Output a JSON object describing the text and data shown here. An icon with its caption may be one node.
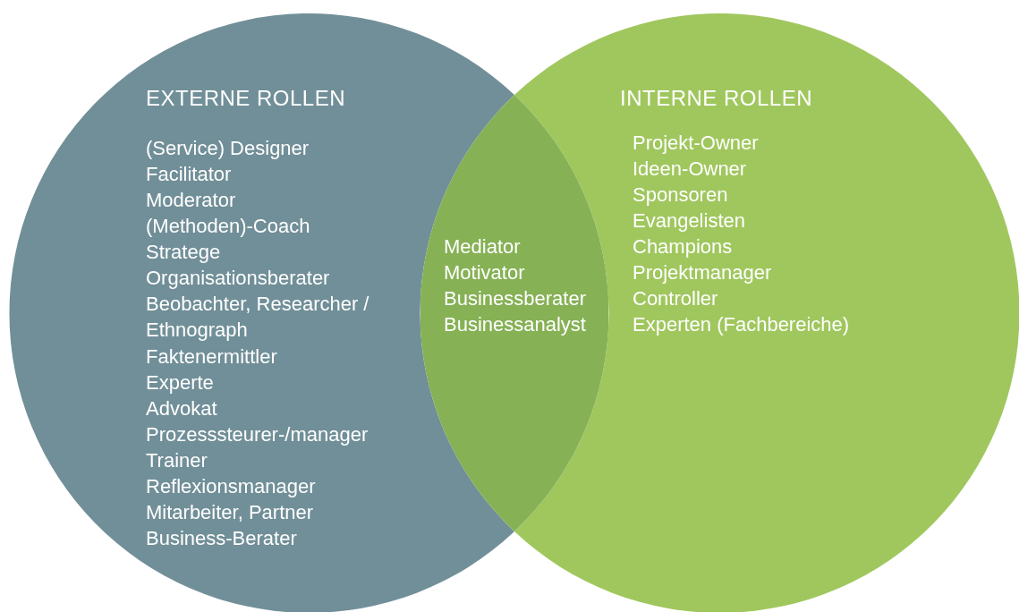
{
  "diagram": {
    "nodes": [
      {
        "text": [
          "EXTERNE ROLLEN",
          "(Service) Designer",
          "Facilitator",
          "Moderator",
          "(Methoden)-Coach",
          "Stratege",
          "Organisationsberater",
          "Beobachter, Researcher / Ethnograph",
          "Faktenermittler",
          "Experte",
          "Advokat",
          "Prozesssteurer-/manager",
          "Trainer",
          "Reflexionsmanager",
          "Mitarbeiter, Partner",
          "Business-Berater"
        ]
      },
      {
        "text": [
          "Mediator",
          "Motivator",
          "Businessberater",
          "Businessanalyst"
        ]
      },
      {
        "text": [
          "INTERNE ROLLEN",
          "Projekt-Owner",
          "Ideen-Owner",
          "Sponsoren",
          "Evangelisten",
          "Champions",
          "Projektmanager",
          "Controller",
          "Experten (Fachbereiche)"
        ]
      }
    ]
  }
}
